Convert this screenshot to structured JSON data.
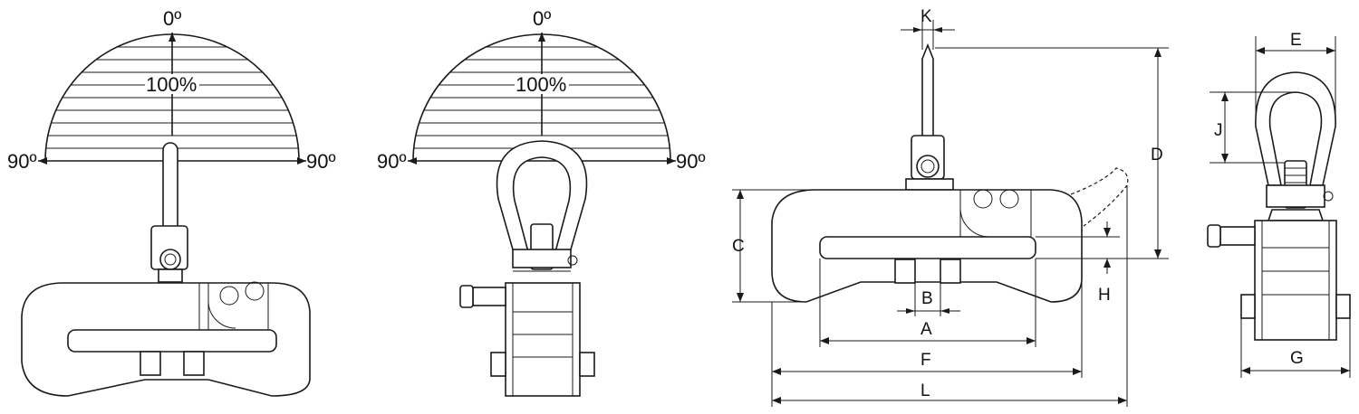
{
  "views": {
    "front_angle": {
      "top_angle": "0º",
      "capacity": "100%",
      "left_angle": "90º",
      "right_angle": "90º"
    },
    "side_angle": {
      "top_angle": "0º",
      "capacity": "100%",
      "left_angle": "90º",
      "right_angle": "90º"
    },
    "front_dims": {
      "K": "K",
      "D": "D",
      "C": "C",
      "H": "H",
      "B": "B",
      "A": "A",
      "F": "F",
      "L": "L"
    },
    "side_dims": {
      "E": "E",
      "J": "J",
      "G": "G"
    }
  },
  "colors": {
    "line": "#1a1a1a",
    "background": "#ffffff"
  }
}
